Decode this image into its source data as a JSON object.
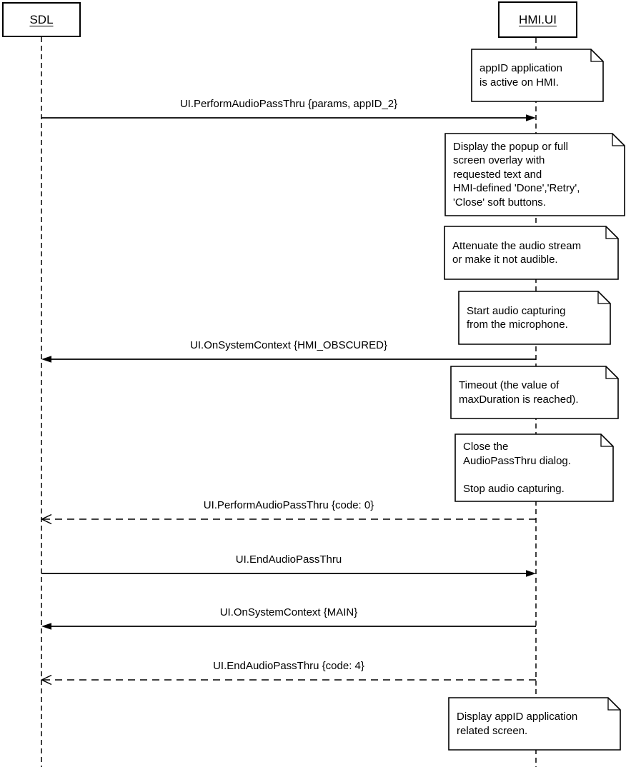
{
  "diagram": {
    "type": "uml-sequence",
    "participants": [
      {
        "label": "SDL"
      },
      {
        "label": "HMI.UI"
      }
    ],
    "messages": [
      {
        "label": "UI.PerformAudioPassThru {params, appID_2}",
        "from": "SDL",
        "to": "HMI.UI",
        "line": "solid",
        "arrow": "filled"
      },
      {
        "label": "UI.OnSystemContext {HMI_OBSCURED}",
        "from": "HMI.UI",
        "to": "SDL",
        "line": "solid",
        "arrow": "filled"
      },
      {
        "label": "UI.PerformAudioPassThru {code: 0}",
        "from": "HMI.UI",
        "to": "SDL",
        "line": "dashed",
        "arrow": "open"
      },
      {
        "label": "UI.EndAudioPassThru",
        "from": "SDL",
        "to": "HMI.UI",
        "line": "solid",
        "arrow": "filled"
      },
      {
        "label": "UI.OnSystemContext {MAIN}",
        "from": "HMI.UI",
        "to": "SDL",
        "line": "solid",
        "arrow": "filled"
      },
      {
        "label": "UI.EndAudioPassThru {code: 4}",
        "from": "HMI.UI",
        "to": "SDL",
        "line": "dashed",
        "arrow": "open"
      }
    ],
    "notes": [
      {
        "attached_to": "HMI.UI",
        "text": "appID application\nis active on HMI."
      },
      {
        "attached_to": "HMI.UI",
        "text": "Display the popup or full\nscreen overlay with\nrequested text and\nHMI-defined 'Done','Retry',\n'Close' soft buttons."
      },
      {
        "attached_to": "HMI.UI",
        "text": "Attenuate the audio stream\nor make it not audible."
      },
      {
        "attached_to": "HMI.UI",
        "text": "Start audio capturing\nfrom the microphone."
      },
      {
        "attached_to": "HMI.UI",
        "text": "Timeout (the value of\nmaxDuration is reached)."
      },
      {
        "attached_to": "HMI.UI",
        "text": "Close the\nAudioPassThru dialog.\n\nStop audio capturing."
      },
      {
        "attached_to": "HMI.UI",
        "text": "Display appID application\nrelated screen."
      }
    ],
    "colors": {
      "ink": "#000000",
      "background": "#ffffff",
      "note_fill": "#ffffff"
    }
  }
}
